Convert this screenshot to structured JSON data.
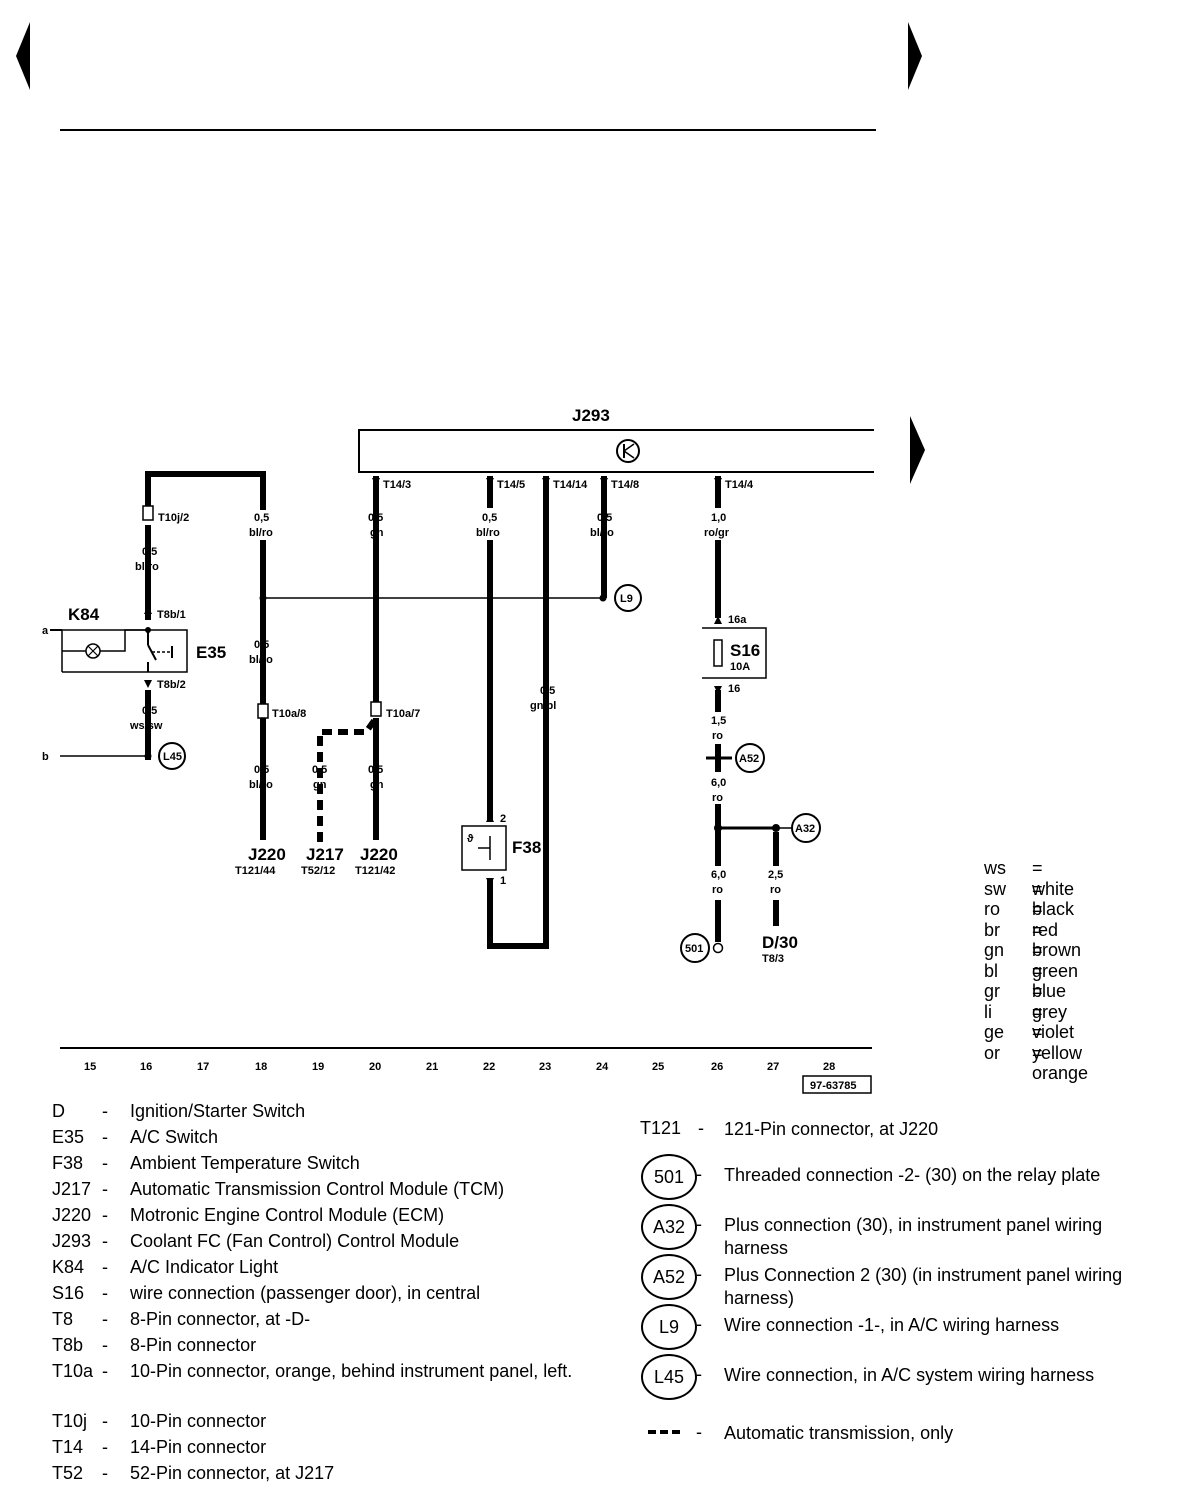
{
  "component_labels": {
    "J293": "J293",
    "K84": "K84",
    "E35": "E35",
    "F38": "F38",
    "S16": "S16",
    "S16_rating": "10A",
    "J220_a": "J220",
    "J220_a_pin": "T121/44",
    "J217": "J217",
    "J217_pin": "T52/12",
    "J220_b": "J220",
    "J220_b_pin": "T121/42",
    "D30": "D/30",
    "D30_pin": "T8/3"
  },
  "connector_labels": {
    "T14_3": "T14/3",
    "T14_5": "T14/5",
    "T14_14": "T14/14",
    "T14_8": "T14/8",
    "T14_4": "T14/4",
    "T10j_2": "T10j/2",
    "T8b_1": "T8b/1",
    "T8b_2": "T8b/2",
    "T10a_8": "T10a/8",
    "T10a_7": "T10a/7",
    "S16_in": "16a",
    "S16_out": "16",
    "F38_pin2": "2",
    "F38_pin1": "1",
    "wire_a": "a",
    "wire_b": "b"
  },
  "wires": {
    "w16_top": {
      "size": "0,5",
      "color": "bl/ro"
    },
    "w16_bottom": {
      "size": "0,5",
      "color": "ws/sw"
    },
    "w18_top": {
      "size": "0,5",
      "color": "bl/ro"
    },
    "w18_mid": {
      "size": "0,5",
      "color": "bl/ro"
    },
    "w18_bottom": {
      "size": "0,5",
      "color": "bl/ro"
    },
    "w19": {
      "size": "0,5",
      "color": "gn"
    },
    "w20_top": {
      "size": "0,5",
      "color": "gn"
    },
    "w20_bottom": {
      "size": "0,5",
      "color": "gn"
    },
    "w22": {
      "size": "0,5",
      "color": "bl/ro"
    },
    "w23": {
      "size": "0,5",
      "color": "gn/bl"
    },
    "w24": {
      "size": "0,5",
      "color": "bl/ro"
    },
    "w26_top": {
      "size": "1,0",
      "color": "ro/gr"
    },
    "w26_mid": {
      "size": "1,5",
      "color": "ro"
    },
    "w26_low": {
      "size": "6,0",
      "color": "ro"
    },
    "w26_bottom": {
      "size": "6,0",
      "color": "ro"
    },
    "w27": {
      "size": "2,5",
      "color": "ro"
    }
  },
  "ground_circles": {
    "L9": "L9",
    "L45": "L45",
    "A52": "A52",
    "A32": "A32",
    "c501": "501"
  },
  "track_numbers": [
    "15",
    "16",
    "17",
    "18",
    "19",
    "20",
    "21",
    "22",
    "23",
    "24",
    "25",
    "26",
    "27",
    "28"
  ],
  "diagram_ref": "97-63785",
  "wire_colors": [
    {
      "abbr": "ws",
      "name": "= white"
    },
    {
      "abbr": "sw",
      "name": "= black"
    },
    {
      "abbr": "ro",
      "name": "= red"
    },
    {
      "abbr": "br",
      "name": "= brown"
    },
    {
      "abbr": "gn",
      "name": "= green"
    },
    {
      "abbr": "bl",
      "name": "= blue"
    },
    {
      "abbr": "gr",
      "name": "= grey"
    },
    {
      "abbr": "li",
      "name": "= violet"
    },
    {
      "abbr": "ge",
      "name": "= yellow"
    },
    {
      "abbr": "or",
      "name": "= orange"
    }
  ],
  "legend_left": [
    {
      "code": "D",
      "desc": "Ignition/Starter Switch"
    },
    {
      "code": "E35",
      "desc": "A/C Switch"
    },
    {
      "code": "F38",
      "desc": "Ambient Temperature Switch"
    },
    {
      "code": "J217",
      "desc": "Automatic Transmission Control Module (TCM)"
    },
    {
      "code": "J220",
      "desc": "Motronic Engine Control Module (ECM)"
    },
    {
      "code": "J293",
      "desc": "Coolant FC (Fan Control) Control Module"
    },
    {
      "code": "K84",
      "desc": "A/C Indicator Light"
    },
    {
      "code": "S16",
      "desc": " wire connection (passenger door), in central"
    },
    {
      "code": "T8",
      "desc": "8-Pin connector, at -D-"
    },
    {
      "code": "T8b",
      "desc": "8-Pin connector"
    },
    {
      "code": "T10a",
      "desc": "10-Pin connector, orange, behind instrument panel, left."
    },
    {
      "code": "T10j",
      "desc": "10-Pin connector"
    },
    {
      "code": "T14",
      "desc": "14-Pin connector"
    },
    {
      "code": "T52",
      "desc": "52-Pin connector, at J217"
    }
  ],
  "legend_right": {
    "t121": {
      "code": "T121",
      "desc": "121-Pin connector, at J220"
    },
    "c501": {
      "code": "501",
      "desc": "Threaded connection -2- (30) on the relay plate"
    },
    "a32": {
      "code": "A32",
      "desc": "Plus connection (30), in instrument panel wiring harness"
    },
    "a52": {
      "code": "A52",
      "desc": "Plus Connection 2 (30) (in instrument panel wiring harness)"
    },
    "l9": {
      "code": "L9",
      "desc": "Wire connection -1-, in A/C wiring harness"
    },
    "l45": {
      "code": "L45",
      "desc": "Wire connection, in A/C system wiring harness"
    },
    "auto": {
      "desc": "Automatic transmission, only"
    }
  },
  "dash": "-"
}
